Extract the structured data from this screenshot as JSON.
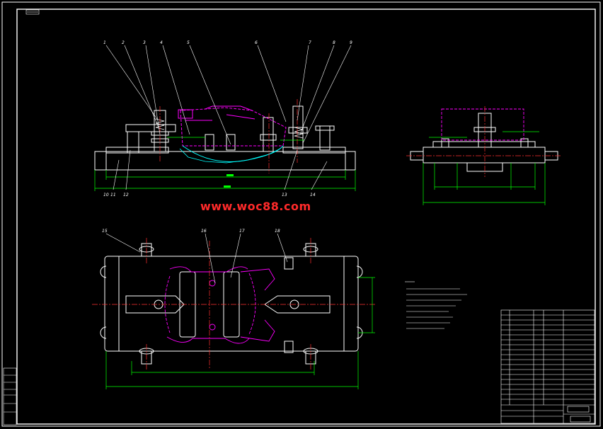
{
  "drawing": {
    "watermark": "www.woc88.com",
    "balloons_front": [
      "1",
      "2",
      "3",
      "4",
      "5",
      "6",
      "7",
      "8",
      "9"
    ],
    "balloons_front_bottom": [
      "10",
      "11",
      "12",
      "13",
      "14"
    ],
    "balloons_top": [
      "15",
      "16",
      "17",
      "18"
    ],
    "colors": {
      "background": "#000000",
      "outline": "#ffffff",
      "dimension": "#00ff00",
      "part": "#ff00ff",
      "centerline": "#ff3030",
      "watermark": "#ff2a2a"
    }
  }
}
